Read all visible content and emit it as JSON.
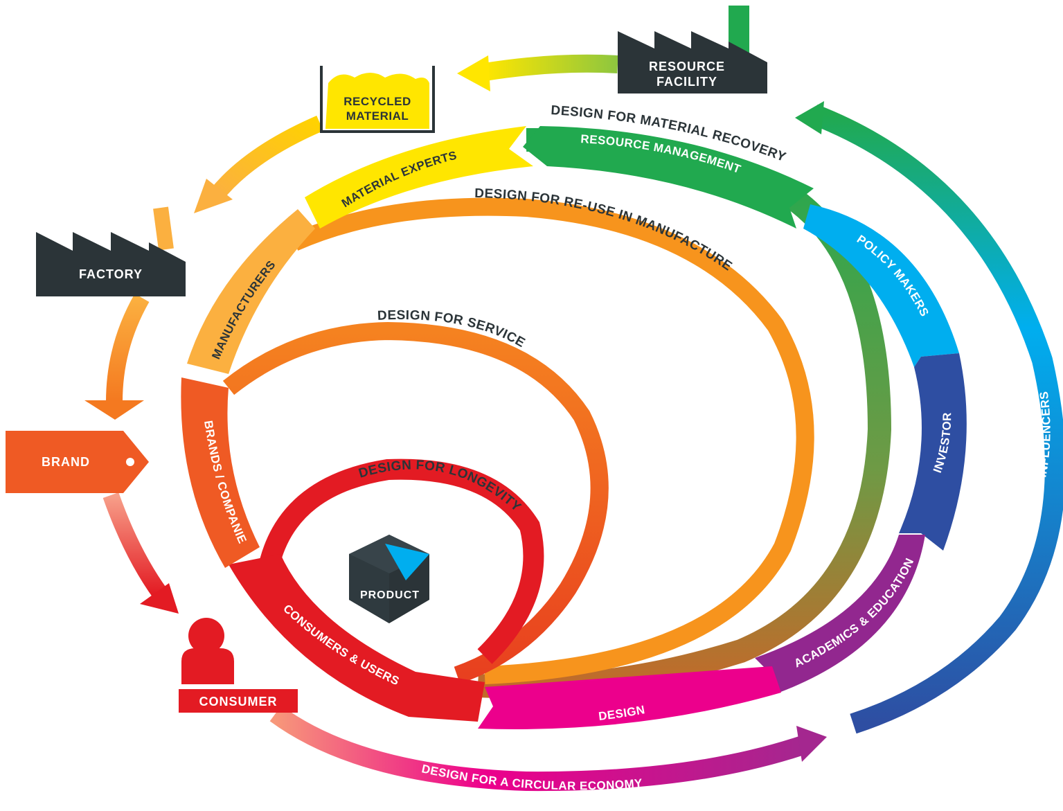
{
  "colors": {
    "red": "#e31b23",
    "orange_red": "#ef5a24",
    "orange": "#f7941d",
    "amber": "#fbb040",
    "yellow": "#ffe600",
    "green": "#21a94f",
    "light_blue": "#00aeef",
    "dark_blue": "#2e4ea2",
    "purple": "#92278f",
    "magenta": "#ec008c",
    "dark": "#2b3438"
  },
  "nodes": {
    "resource_facility": {
      "line1": "RESOURCE",
      "line2": "FACILITY",
      "icon": "factory-icon"
    },
    "recycled_material": {
      "line1": "RECYCLED",
      "line2": "MATERIAL",
      "icon": "bin-icon"
    },
    "factory": {
      "label": "FACTORY",
      "icon": "factory-icon"
    },
    "brand": {
      "label": "BRAND",
      "icon": "tag-icon"
    },
    "consumer": {
      "label": "CONSUMER",
      "icon": "person-icon"
    },
    "product": {
      "label": "PRODUCT",
      "icon": "box-icon"
    }
  },
  "loops": {
    "longevity": "DESIGN FOR LONGEVITY",
    "service": "DESIGN FOR SERVICE",
    "reuse": "DESIGN FOR RE-USE IN MANUFACTURE",
    "recovery": "DESIGN FOR MATERIAL RECOVERY",
    "circular": "DESIGN FOR A CIRCULAR ECONOMY"
  },
  "bands": {
    "consumers": "CONSUMERS & USERS",
    "brands": "BRANDS / COMPANIES",
    "manufacturers": "MANUFACTURERS",
    "material_experts": "MATERIAL EXPERTS",
    "resource_management": "RESOURCE MANAGEMENT",
    "policy_makers": "POLICY MAKERS",
    "investors": "INVESTORS",
    "academics": "ACADEMICS & EDUCATION",
    "design": "DESIGN",
    "influencers": "INFLUENCERS"
  }
}
